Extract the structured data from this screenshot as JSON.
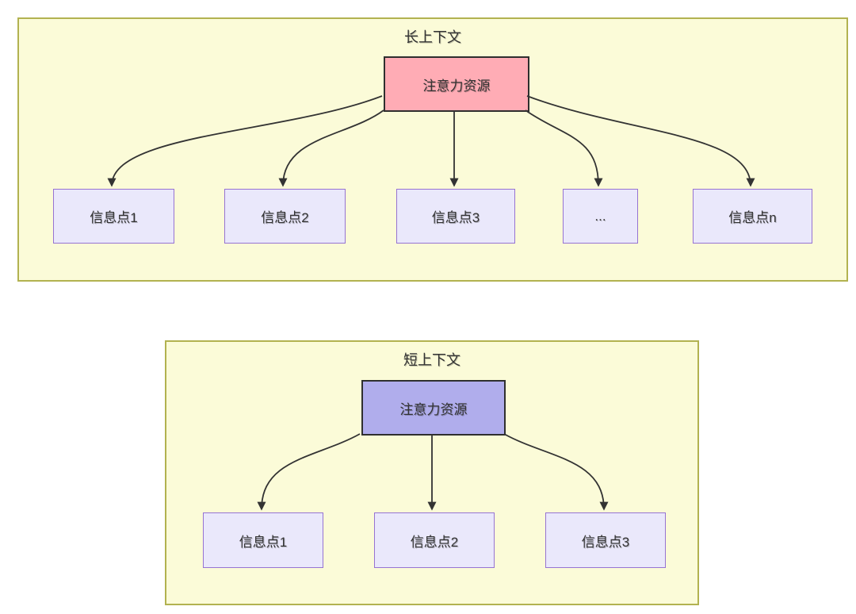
{
  "colors": {
    "container_fill": "#fbfbd8",
    "container_border": "#b2b250",
    "long_source_fill": "#ffacb5",
    "short_source_fill": "#b0adec",
    "target_fill": "#eae8fb",
    "target_border": "#9673d2",
    "node_border": "#2f2f2f",
    "arrow": "#333333",
    "text": "#333333"
  },
  "long_context": {
    "title": "长上下文",
    "source_label": "注意力资源",
    "targets": [
      "信息点1",
      "信息点2",
      "信息点3",
      "...",
      "信息点n"
    ]
  },
  "short_context": {
    "title": "短上下文",
    "source_label": "注意力资源",
    "targets": [
      "信息点1",
      "信息点2",
      "信息点3"
    ]
  }
}
